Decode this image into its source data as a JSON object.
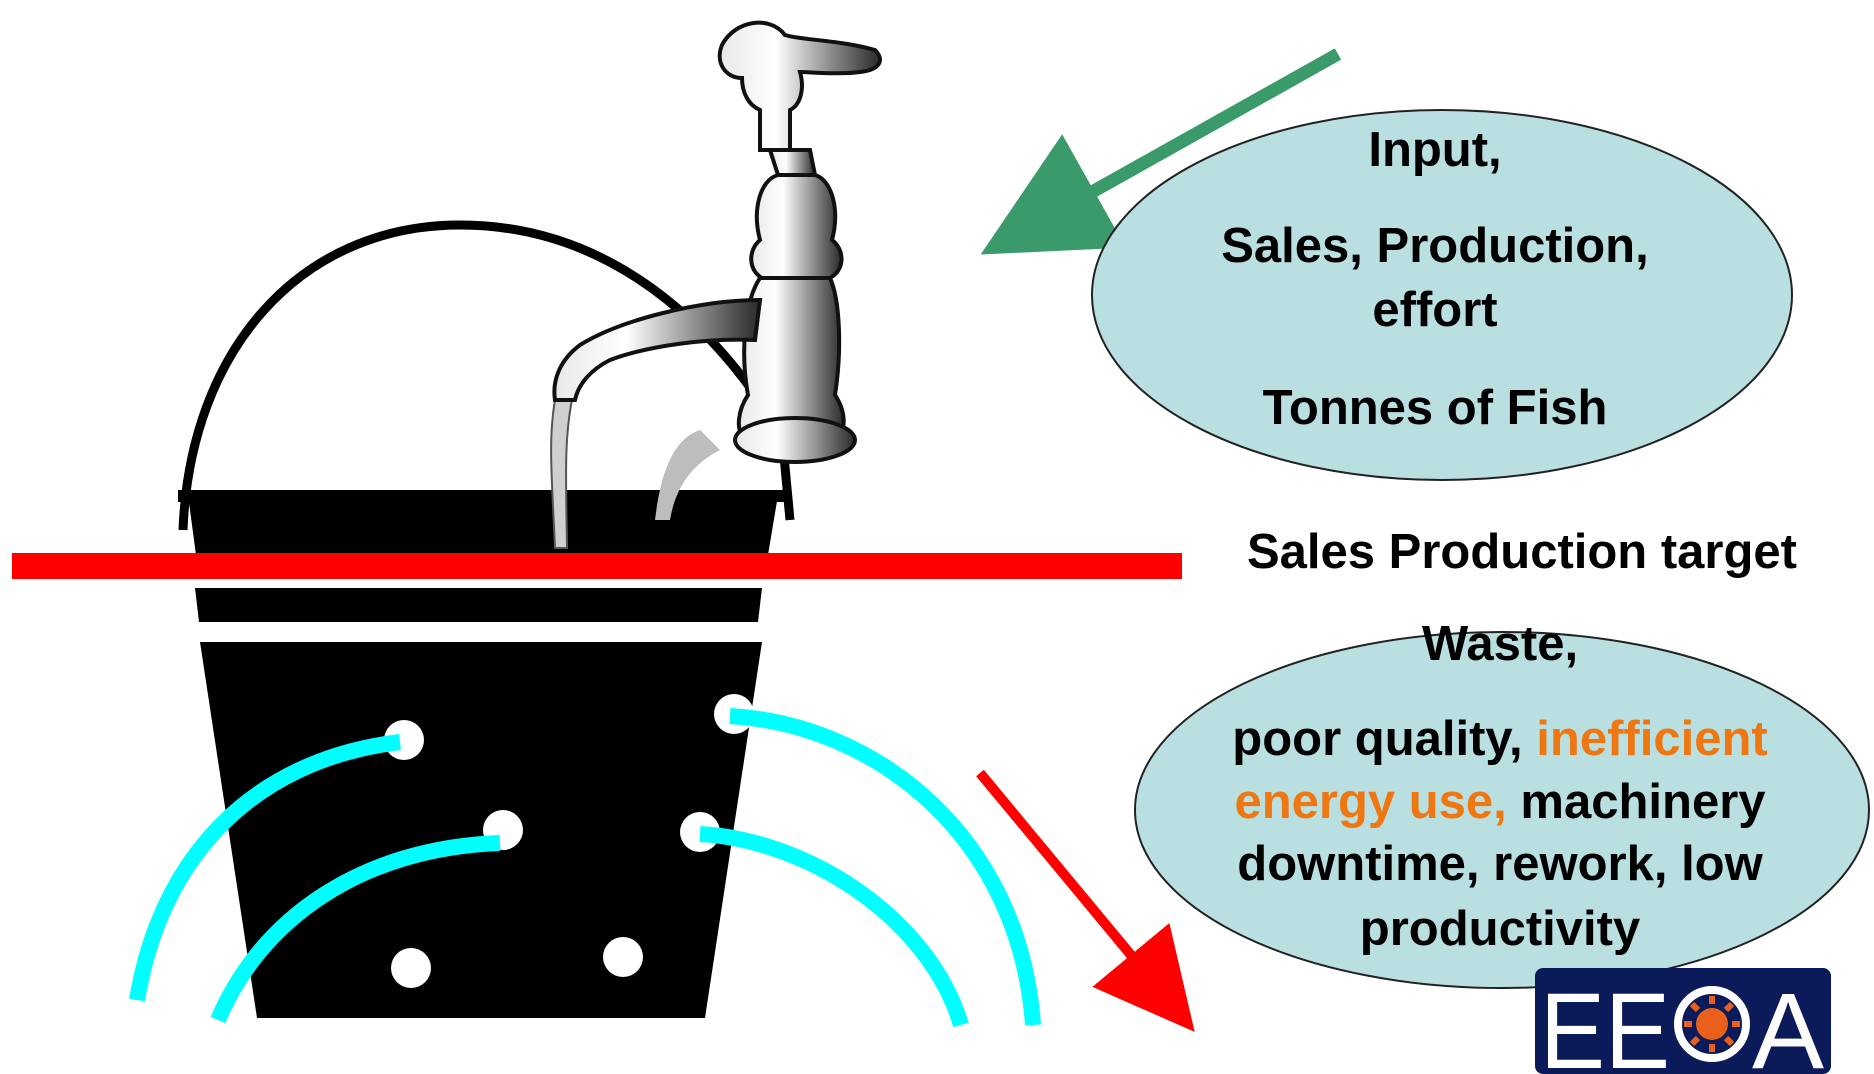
{
  "input_bubble": {
    "line1": "Input,",
    "line2a": "Sales, Production,",
    "line2b": "effort",
    "line3": "Tonnes of Fish"
  },
  "target_label": "Sales Production target",
  "waste_bubble": {
    "heading": "Waste,",
    "row1_black": "poor quality, ",
    "row1_orange": "inefficient",
    "row2_orange": "energy use,",
    "row2_black": " machinery",
    "row3": "downtime,  rework, low",
    "row4": "productivity"
  },
  "logo": {
    "text_left": "EE",
    "text_right": "A"
  },
  "colors": {
    "bubble_fill": "#b9dfe1",
    "target_line": "#ff0000",
    "input_arrow": "#3a9a6a",
    "output_arrow": "#ff0000",
    "leak_stream": "#00ffff",
    "bucket": "#000000",
    "accent_text": "#ee7711",
    "logo_bg": "#0b1b5a",
    "logo_sun": "#e8601c"
  }
}
